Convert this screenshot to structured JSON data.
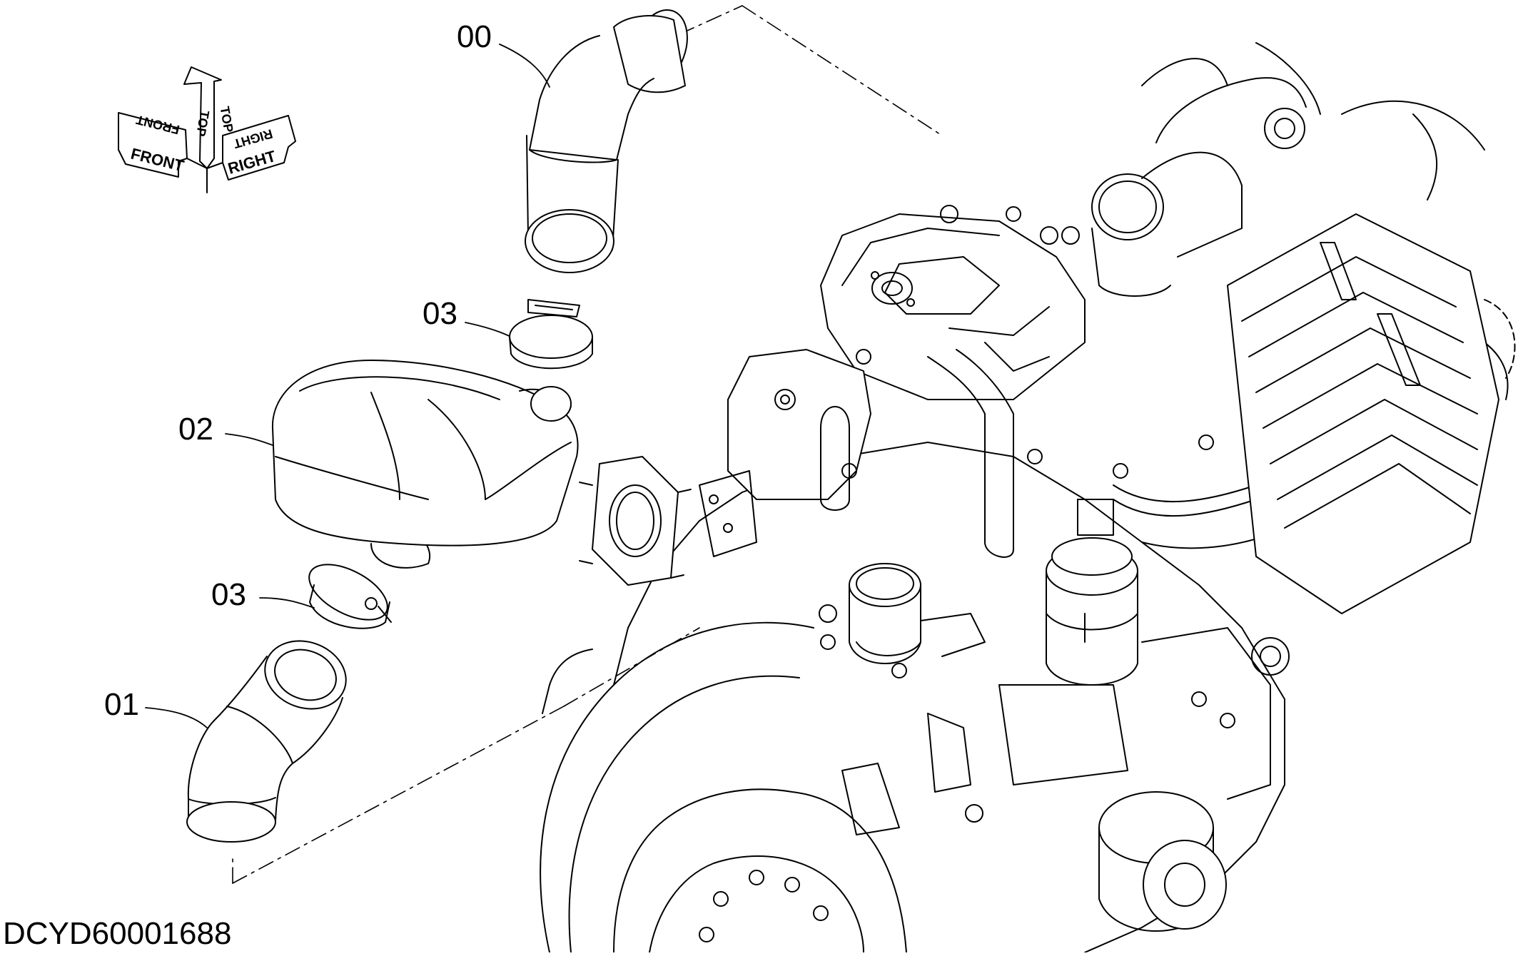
{
  "drawing": {
    "code": "DCYD60001688",
    "parts": [
      {
        "id": "00",
        "label": "00"
      },
      {
        "id": "03a",
        "label": "03"
      },
      {
        "id": "02",
        "label": "02"
      },
      {
        "id": "03b",
        "label": "03"
      },
      {
        "id": "01",
        "label": "01"
      }
    ],
    "orientation": {
      "front": "FRONT",
      "top": "TOP",
      "right": "RIGHT"
    }
  }
}
